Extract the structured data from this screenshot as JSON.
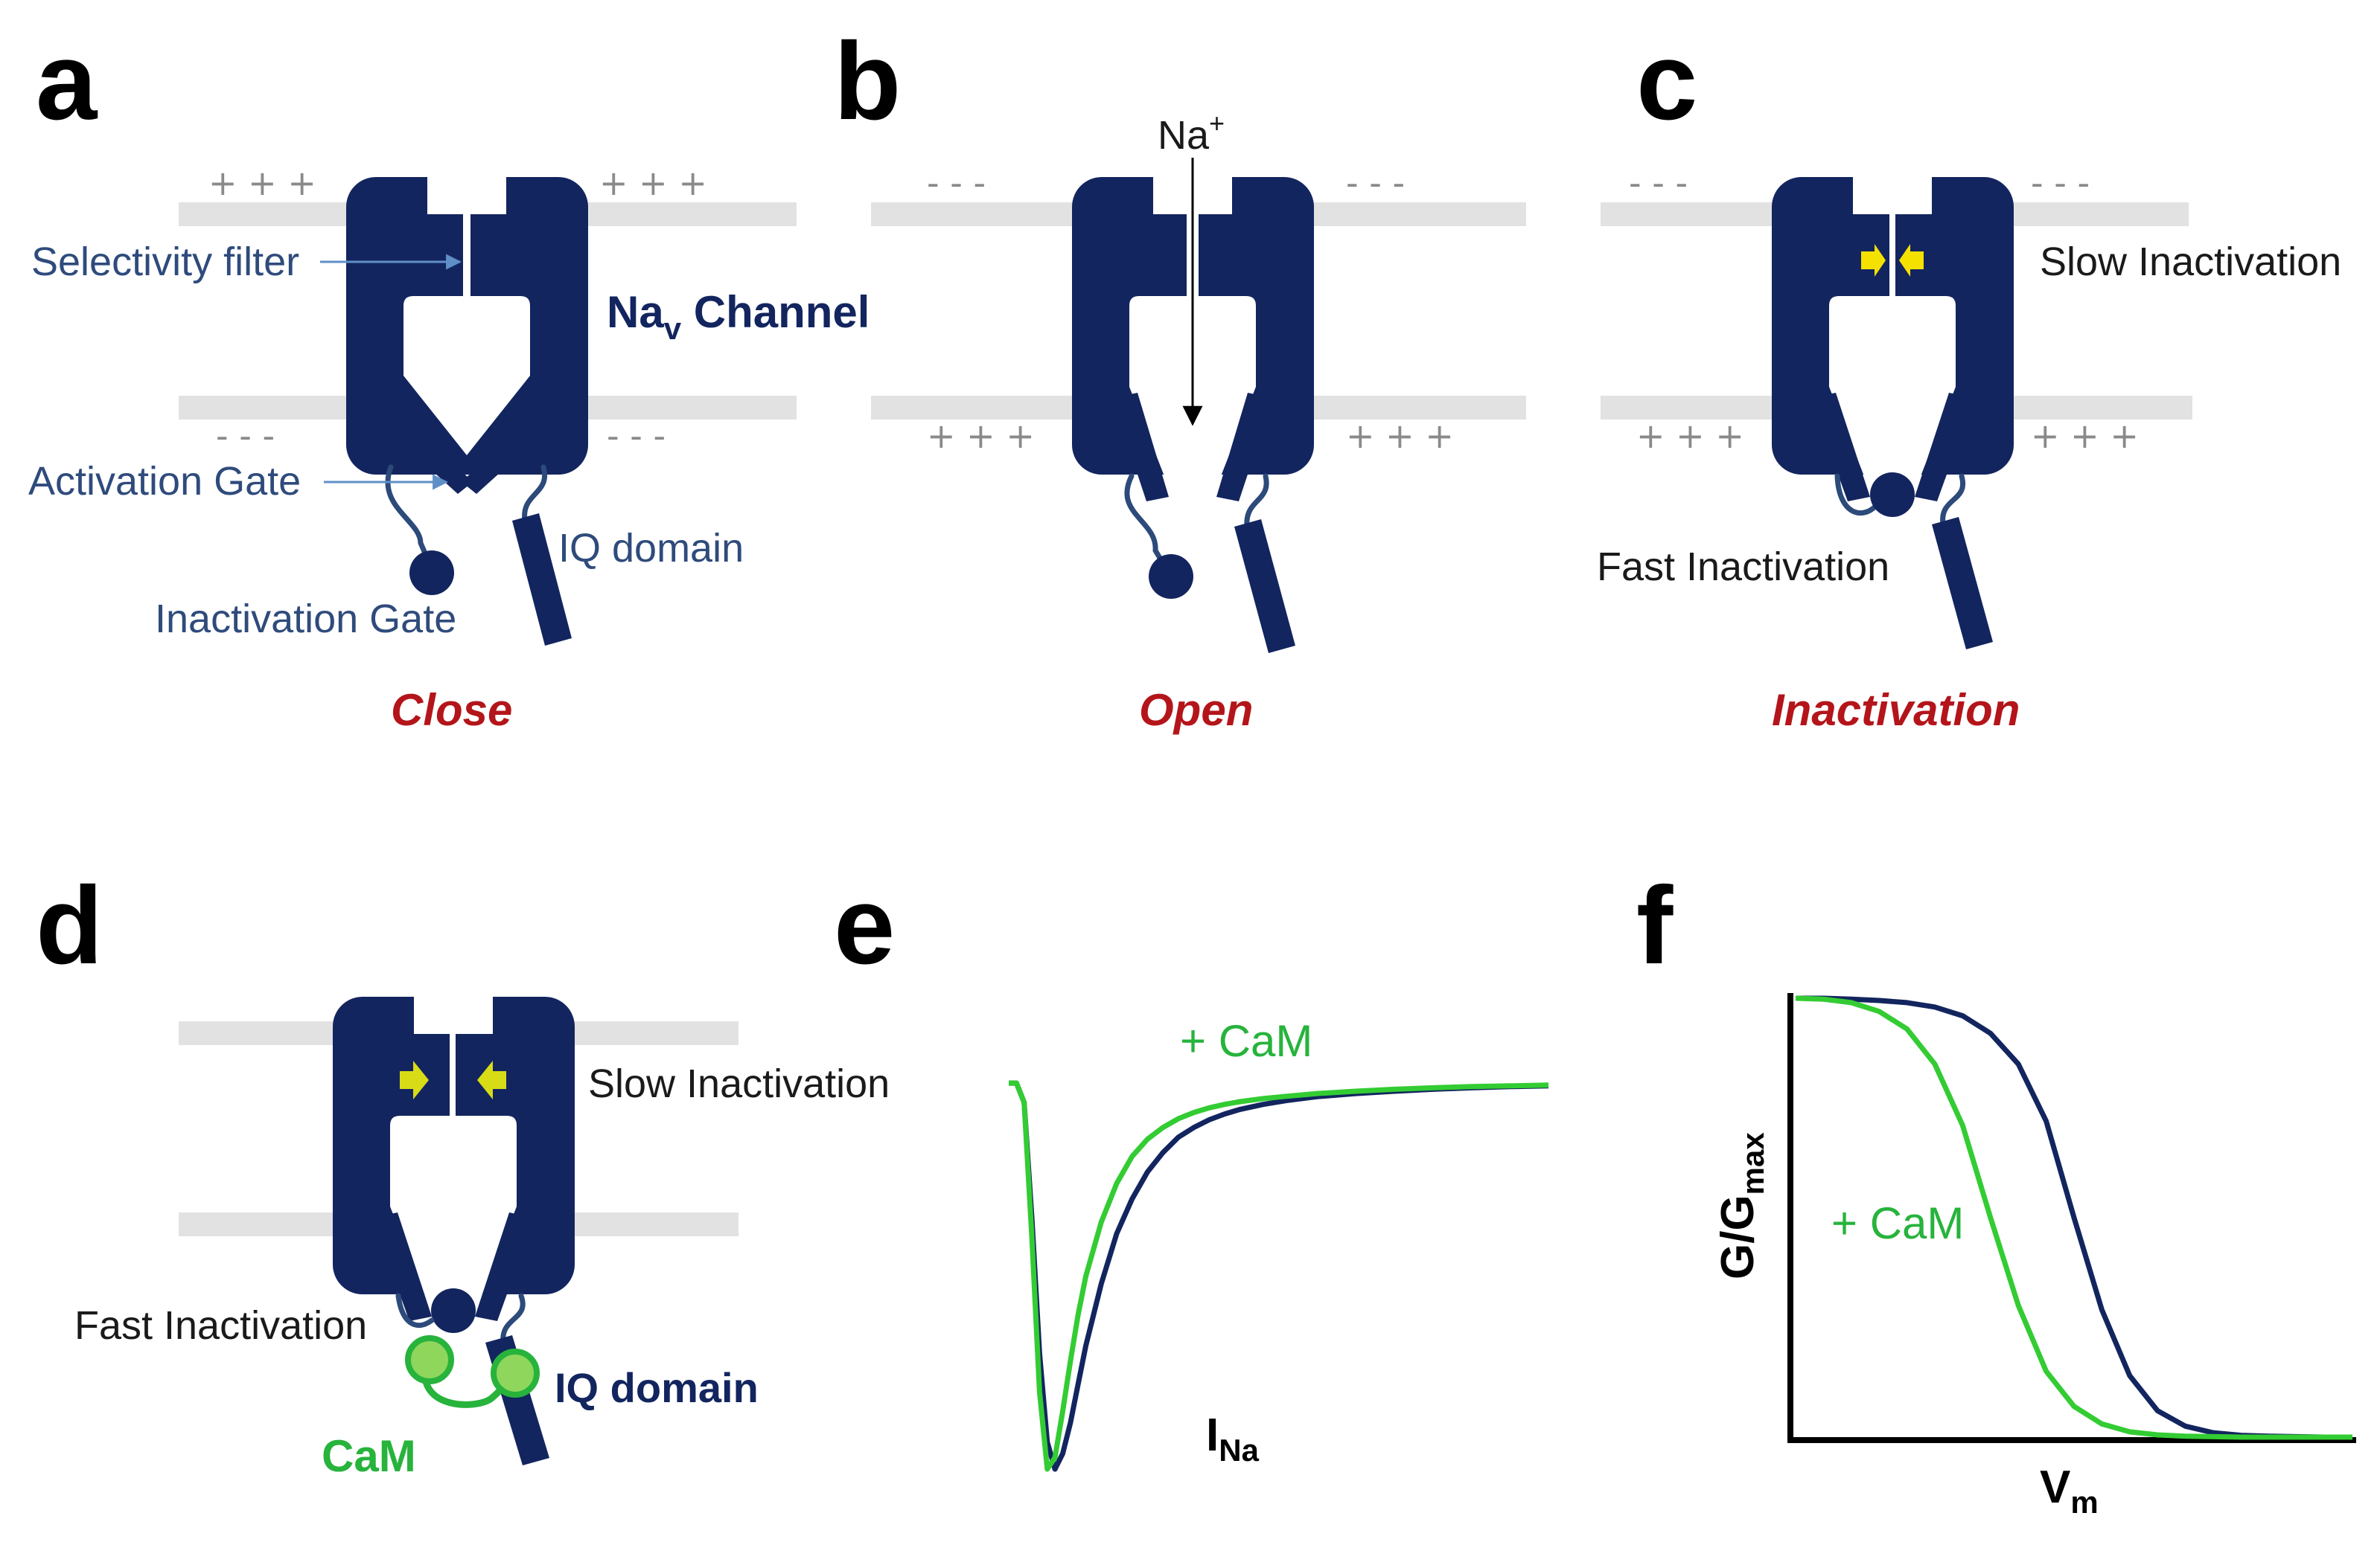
{
  "panels": {
    "a": {
      "letter": "a",
      "state": "Close",
      "top_charges": "+ + +",
      "bottom_charges": "- - -",
      "labels": {
        "selectivity_filter": "Selectivity filter",
        "channel_main": "Na",
        "channel_sub": "v",
        "channel_rest": " Channel",
        "activation_gate": "Activation Gate",
        "iq_domain": "IQ domain",
        "inactivation_gate": "Inactivation Gate"
      }
    },
    "b": {
      "letter": "b",
      "state": "Open",
      "top_charges": "- - -",
      "bottom_charges": "+ + +",
      "ion_main": "Na",
      "ion_sup": "+"
    },
    "c": {
      "letter": "c",
      "state": "Inactivation",
      "top_charges": "- - -",
      "bottom_charges": "+ + +",
      "labels": {
        "slow_inactivation": "Slow Inactivation",
        "fast_inactivation": "Fast Inactivation"
      }
    },
    "d": {
      "letter": "d",
      "labels": {
        "slow_inactivation": "Slow Inactivation",
        "fast_inactivation": "Fast Inactivation",
        "iq_domain": "IQ domain",
        "cam": "CaM"
      }
    },
    "e": {
      "letter": "e",
      "series_label": "+ CaM",
      "ylabel_main": "I",
      "ylabel_sub": "Na"
    },
    "f": {
      "letter": "f",
      "series_label": "+ CaM",
      "ylabel_main": "G/G",
      "ylabel_sub": "max",
      "xlabel_main": "V",
      "xlabel_sub": "m"
    }
  },
  "colors": {
    "channel": "#13255f",
    "state_label": "#b3151a",
    "cam": "#33cc33",
    "membrane": "#e2e2e2",
    "arrow_yellow": "#f5e100"
  },
  "chart_data": [
    {
      "type": "line",
      "panel": "e",
      "description_axes": "none shown",
      "x": [
        0,
        1,
        2,
        3,
        4,
        5,
        6,
        7,
        8,
        9,
        10,
        12,
        14,
        16,
        18,
        20,
        22,
        24,
        26,
        28,
        30,
        33,
        36,
        40,
        45,
        50,
        55,
        60,
        65,
        70
      ],
      "series": [
        {
          "name": "",
          "color": "#13255f",
          "values": [
            0,
            0,
            -0.05,
            -0.35,
            -0.7,
            -0.93,
            -1.0,
            -0.96,
            -0.88,
            -0.78,
            -0.68,
            -0.52,
            -0.39,
            -0.3,
            -0.23,
            -0.18,
            -0.14,
            -0.115,
            -0.095,
            -0.08,
            -0.068,
            -0.055,
            -0.045,
            -0.035,
            -0.027,
            -0.021,
            -0.016,
            -0.012,
            -0.009,
            -0.007
          ]
        },
        {
          "name": "+ CaM",
          "color": "#33cc33",
          "values": [
            0,
            0,
            -0.05,
            -0.4,
            -0.8,
            -1.0,
            -0.97,
            -0.85,
            -0.72,
            -0.6,
            -0.5,
            -0.36,
            -0.26,
            -0.19,
            -0.145,
            -0.115,
            -0.092,
            -0.076,
            -0.064,
            -0.055,
            -0.048,
            -0.04,
            -0.034,
            -0.027,
            -0.021,
            -0.016,
            -0.012,
            -0.009,
            -0.007,
            -0.005
          ]
        }
      ]
    },
    {
      "type": "line",
      "panel": "f",
      "xlabel": "Vm",
      "ylabel": "G/Gmax",
      "x": [
        0,
        0.05,
        0.1,
        0.15,
        0.2,
        0.25,
        0.3,
        0.35,
        0.4,
        0.45,
        0.5,
        0.55,
        0.6,
        0.65,
        0.7,
        0.75,
        0.8,
        0.85,
        0.9,
        0.95,
        1.0
      ],
      "ylim": [
        0,
        1
      ],
      "series": [
        {
          "name": "",
          "color": "#13255f",
          "values": [
            1.0,
            1.0,
            0.998,
            0.995,
            0.99,
            0.98,
            0.96,
            0.92,
            0.85,
            0.72,
            0.5,
            0.29,
            0.14,
            0.06,
            0.025,
            0.01,
            0.004,
            0.002,
            0.001,
            0.0,
            0.0
          ]
        },
        {
          "name": "+ CaM",
          "color": "#33cc33",
          "values": [
            1.0,
            0.998,
            0.99,
            0.97,
            0.93,
            0.85,
            0.71,
            0.5,
            0.3,
            0.15,
            0.07,
            0.03,
            0.012,
            0.005,
            0.002,
            0.001,
            0.0,
            0.0,
            0.0,
            0.0,
            0.0
          ]
        }
      ]
    }
  ]
}
